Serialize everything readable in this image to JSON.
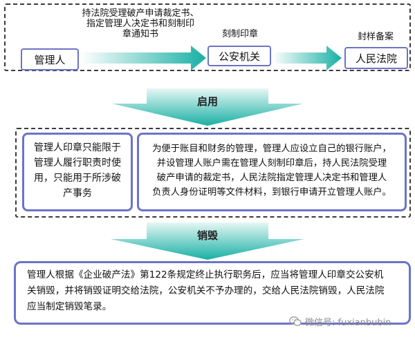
{
  "flow": {
    "nodes": {
      "manager": "管理人",
      "police": "公安机关",
      "court": "人民法院"
    },
    "edges": {
      "manager_to_police": [
        "持法院受理破产申请裁定书、",
        "指定管理人决定书和刻制印",
        "章通知书"
      ],
      "police_label": "刻制印章",
      "court_label": "封样备案"
    }
  },
  "stages": {
    "use": "启用",
    "destroy": "销毁"
  },
  "rules": {
    "seal_scope": [
      "管理人印章只能限于",
      "管理人履行职责时使",
      "用，只能用于所涉破",
      "产事务"
    ],
    "bank_account": [
      "为便于账目和财务的管理，管理人应设立自己的银行账户，",
      "并设管理人账户需在管理人刻制印章后，持人民法院受理",
      "破产申请的裁定书，人民法院指定管理人决定书和管理人",
      "负责人身份证明等文件材料，到银行申请开立管理人账户。"
    ]
  },
  "destroy_text": [
    "管理人根据《企业破产法》第122条规定终止执行职务后，应当将管理人印章交公安机",
    "关销毁，并将销毁证明交给法院，公安机关不予办理的，交给人民法院销毁，人民法院",
    "应当制定销毁笔录。"
  ],
  "watermark": {
    "icon": "wechat-icon",
    "text": "微信号: fuxianbubin"
  },
  "colors": {
    "box_border": "#6b73c8",
    "arrow_light": "#d6f2ef",
    "arrow_dark": "#19b0a4"
  }
}
